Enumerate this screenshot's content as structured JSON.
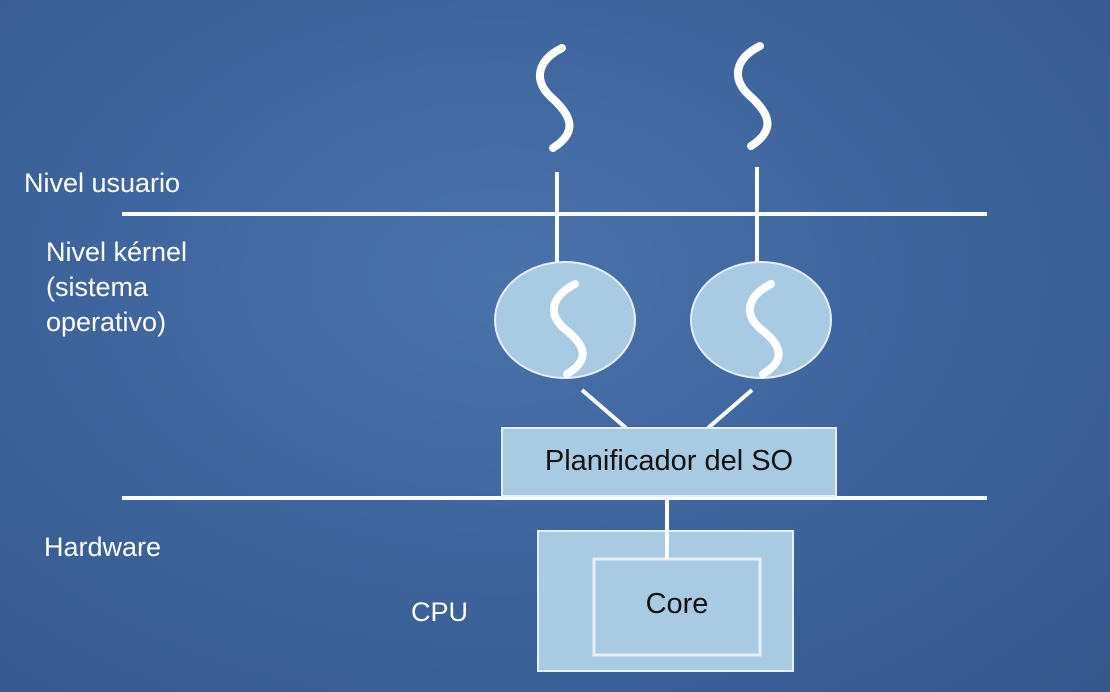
{
  "levels": {
    "user": "Nivel usuario",
    "kernel_line1": "Nivel kérnel",
    "kernel_line2": "(sistema",
    "kernel_line3": "operativo)",
    "hardware": "Hardware"
  },
  "boxes": {
    "scheduler": "Planificador del SO",
    "cpu": "CPU",
    "core": "Core"
  },
  "colors": {
    "background": "#4470a8",
    "light_fill": "#a9cae3",
    "line": "#ffffff"
  }
}
